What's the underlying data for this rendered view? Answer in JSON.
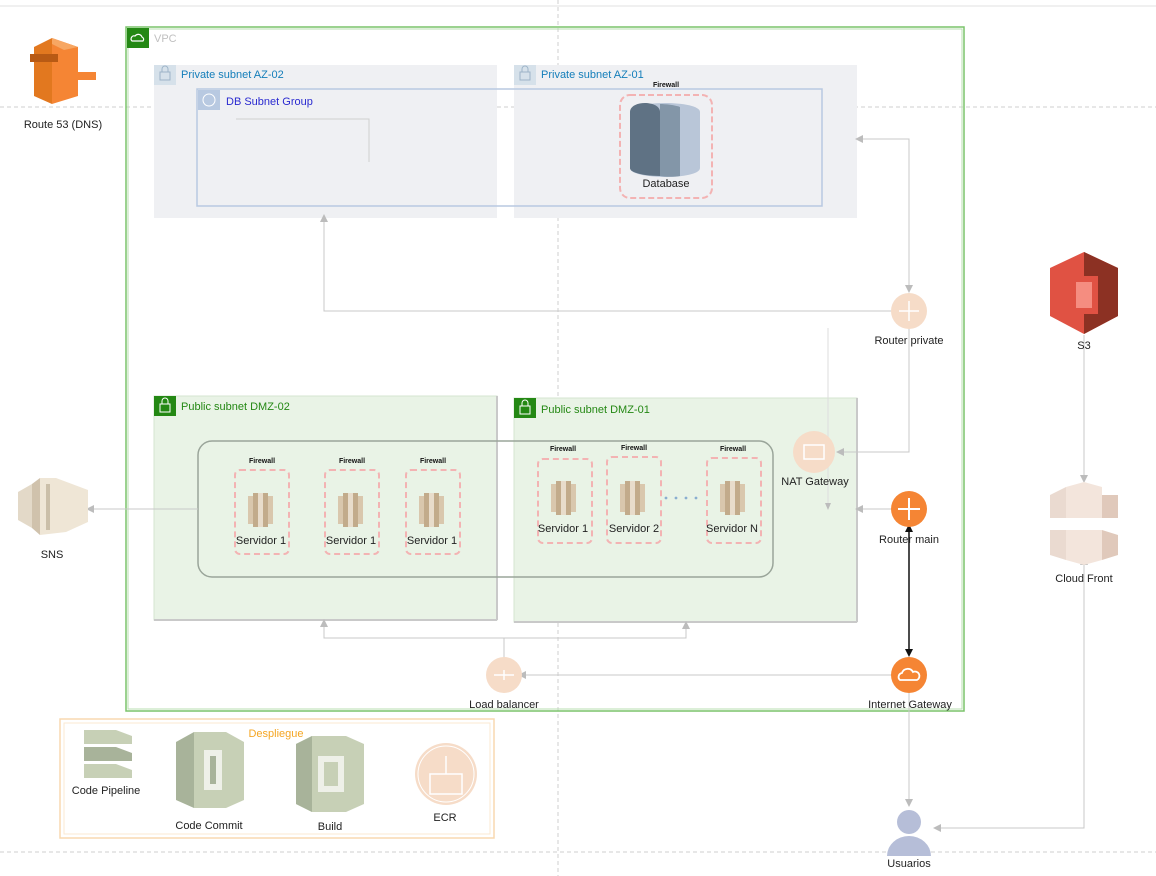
{
  "vpc": {
    "label": "VPC"
  },
  "route53": {
    "label": "Route 53 (DNS)",
    "icon": "route53-icon"
  },
  "private_subnets": [
    {
      "label": "Private subnet AZ-02"
    },
    {
      "label": "Private subnet AZ-01"
    }
  ],
  "db_subnet_group": {
    "label": "DB Subnet Group"
  },
  "database": {
    "firewall": "Firewall",
    "label": "Database"
  },
  "router_private": {
    "label": "Router private"
  },
  "public_subnets": [
    {
      "label": "Public subnet DMZ-02"
    },
    {
      "label": "Public subnet DMZ-01"
    }
  ],
  "dmz02_servers": [
    {
      "firewall": "Firewall",
      "label": "Servidor 1"
    },
    {
      "firewall": "Firewall",
      "label": "Servidor 1"
    },
    {
      "firewall": "Firewall",
      "label": "Servidor 1"
    }
  ],
  "dmz01_servers": [
    {
      "firewall": "Firewall",
      "label": "Servidor 1"
    },
    {
      "firewall": "Firewall",
      "label": "Servidor 2"
    },
    {
      "firewall": "Firewall",
      "label": "Servidor N"
    }
  ],
  "nat_gateway": {
    "label": "NAT Gateway"
  },
  "router_main": {
    "label": "Router main"
  },
  "load_balancer": {
    "label": "Load balancer"
  },
  "internet_gateway": {
    "label": "Internet Gateway"
  },
  "sns": {
    "label": "SNS"
  },
  "s3": {
    "label": "S3"
  },
  "cloudfront": {
    "label": "Cloud Front"
  },
  "usuarios": {
    "label": "Usuarios"
  },
  "despliegue": {
    "title": "Despliegue",
    "items": [
      {
        "label": "Code Pipeline"
      },
      {
        "label": "Code Commit"
      },
      {
        "label": "Build"
      },
      {
        "label": "ECR"
      }
    ]
  },
  "colors": {
    "vpc_border": "#7ac36a",
    "private_bg": "#eff0f3",
    "public_bg": "#e9f3e6",
    "private_title": "#147eba",
    "public_title": "#248814",
    "db_group_title": "#2a2ad0",
    "orange": "#f58534",
    "s3_red": "#e05243",
    "despliegue_title": "#f5a623"
  }
}
